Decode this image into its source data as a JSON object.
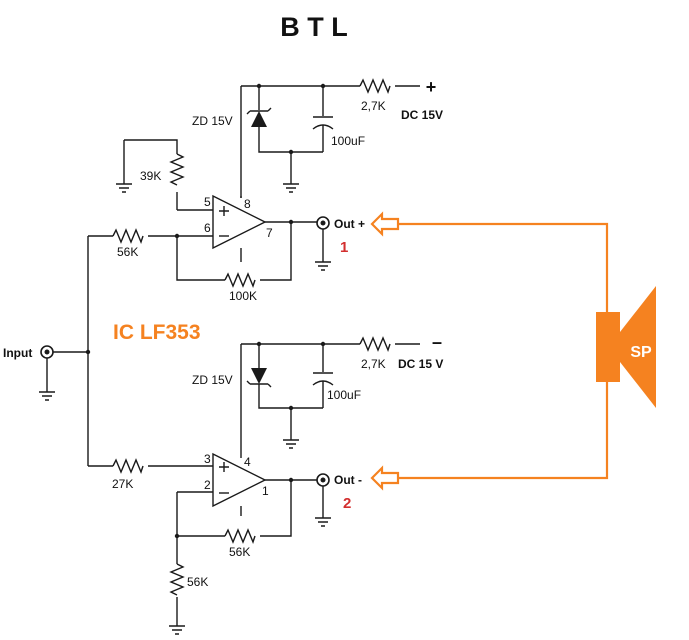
{
  "title": "B T L",
  "ic_label": "IC LF353",
  "colors": {
    "accent": "#F58220",
    "pin_number": "#D32F2F",
    "wire": "#1a1a1a"
  },
  "input_label": "Input",
  "speaker_label": "SP",
  "amp1": {
    "plus_sign": "+",
    "resistor_series": "2,7K",
    "supply": "DC 15V",
    "zener": "ZD 15V",
    "capacitor": "100uF",
    "bias_resistor": "39K",
    "input_resistor": "56K",
    "feedback_resistor": "100K",
    "pins": {
      "non_inv": "5",
      "inv": "6",
      "out": "7",
      "vcc": "8"
    },
    "output_label": "Out +",
    "output_number": "1"
  },
  "amp2": {
    "minus_sign": "–",
    "resistor_series": "2,7K",
    "supply": "DC 15 V",
    "zener": "ZD 15V",
    "capacitor": "100uF",
    "input_resistor": "27K",
    "feedback_resistor": "56K",
    "ground_resistor": "56K",
    "pins": {
      "non_inv": "3",
      "inv": "2",
      "out": "1",
      "vcc": "4"
    },
    "output_label": "Out -",
    "output_number": "2"
  },
  "icons": [
    "opamp-icon",
    "zener-diode-icon",
    "capacitor-icon",
    "resistor-icon",
    "ground-icon",
    "jack-icon",
    "speaker-icon",
    "arrow-icon"
  ]
}
